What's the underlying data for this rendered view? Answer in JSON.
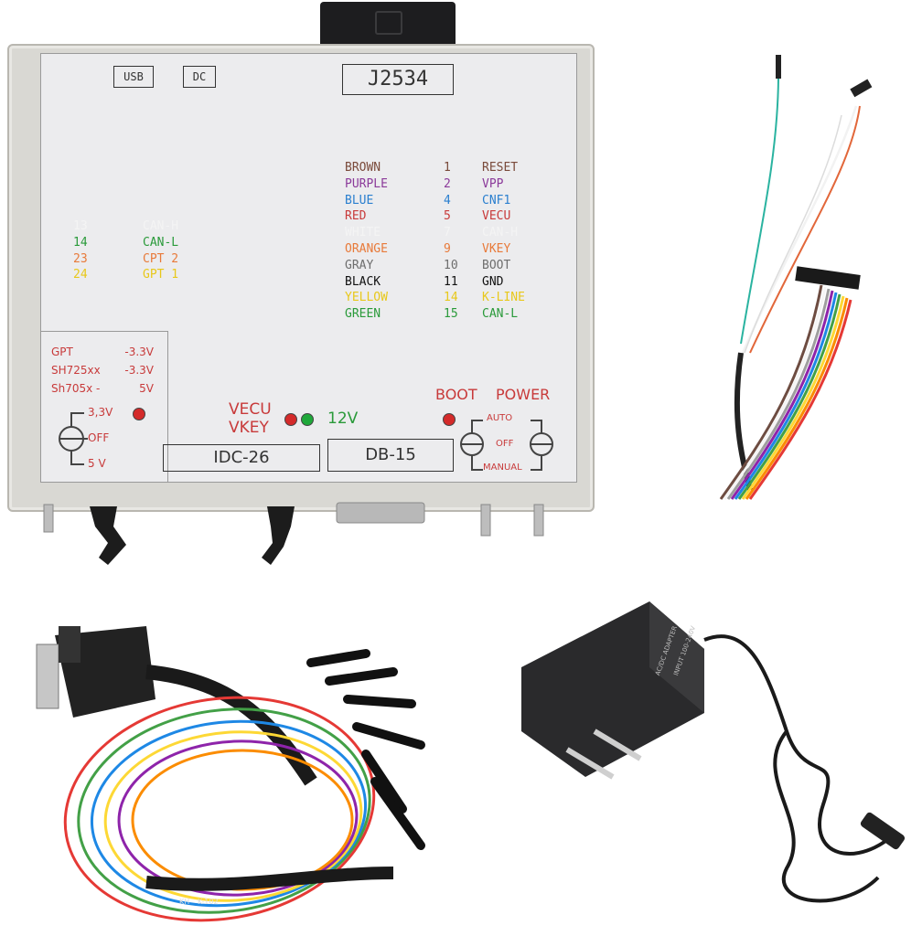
{
  "device": {
    "ports": {
      "usb": "USB",
      "dc": "DC"
    },
    "model": "J2534",
    "pinout_right": [
      {
        "color_name": "BROWN",
        "pin": "1",
        "signal": "RESET",
        "color": "#7a4a3a"
      },
      {
        "color_name": "PURPLE",
        "pin": "2",
        "signal": "VPP",
        "color": "#8b3a9a"
      },
      {
        "color_name": "BLUE",
        "pin": "4",
        "signal": "CNF1",
        "color": "#2a7fcf"
      },
      {
        "color_name": "RED",
        "pin": "5",
        "signal": "VECU",
        "color": "#c83a3a"
      },
      {
        "color_name": "WHITE",
        "pin": "7",
        "signal": "CAN-H",
        "color": "#f4f4f4"
      },
      {
        "color_name": "ORANGE",
        "pin": "9",
        "signal": "VKEY",
        "color": "#e87a3a"
      },
      {
        "color_name": "GRAY",
        "pin": "10",
        "signal": "BOOT",
        "color": "#6e6e6e"
      },
      {
        "color_name": "BLACK",
        "pin": "11",
        "signal": "GND",
        "color": "#111111"
      },
      {
        "color_name": "YELLOW",
        "pin": "14",
        "signal": "K-LINE",
        "color": "#e8c81a"
      },
      {
        "color_name": "GREEN",
        "pin": "15",
        "signal": "CAN-L",
        "color": "#2a9a3a"
      }
    ],
    "pinout_left": [
      {
        "pin": "13",
        "signal": "CAN-H",
        "color": "#f4f4f4"
      },
      {
        "pin": "14",
        "signal": "CAN-L",
        "color": "#2a9a3a"
      },
      {
        "pin": "23",
        "signal": "CPT 2",
        "color": "#e87a3a"
      },
      {
        "pin": "24",
        "signal": "GPT 1",
        "color": "#e8c81a"
      }
    ],
    "voltage_notes": [
      {
        "name": "GPT",
        "value": "-3.3V"
      },
      {
        "name": "SH725xx",
        "value": "-3.3V"
      },
      {
        "name": "Sh705x -",
        "value": "5V"
      }
    ],
    "volt_switch": {
      "top": "3,3V",
      "mid": "OFF",
      "bottom": "5 V"
    },
    "leds": {
      "vecu": "VECU",
      "vkey": "VKEY",
      "v12": "12V",
      "boot": "BOOT",
      "power": "POWER"
    },
    "power_switch": {
      "auto": "AUTO",
      "off": "OFF",
      "manual": "MANUAL"
    },
    "connectors": {
      "idc": "IDC-26",
      "db": "DB-15"
    },
    "colors": {
      "red_text": "#c83a3a",
      "green_text": "#2a9a3a",
      "led_red": "#d42a2a",
      "led_green": "#1fa83a"
    }
  },
  "cable_labels": {
    "label_a": "KH",
    "label_b": "K-102"
  },
  "adapter": {
    "label_line1": "AC/DC ADAPTER",
    "label_line2": "INPUT 100-240V"
  }
}
